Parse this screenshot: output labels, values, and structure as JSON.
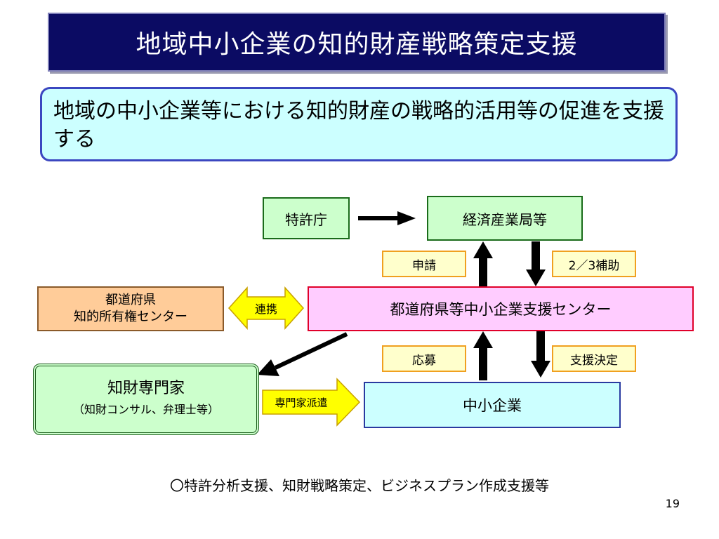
{
  "title": "地域中小企業の知的財産戦略策定支援",
  "intro": "地域の中小企業等における知的財産の戦略的活用等の促進を支援する",
  "nodes": {
    "patent_office": "特許庁",
    "meti_bureau": "経済産業局等",
    "pref_ip_center_line1": "都道府県",
    "pref_ip_center_line2": "知的所有権センター",
    "pref_sme_center": "都道府県等中小企業支援センター",
    "ip_expert_title": "知財専門家",
    "ip_expert_sub": "（知財コンサル、弁理士等）",
    "sme": "中小企業"
  },
  "labels": {
    "apply": "申請",
    "subsidy": "2／3補助",
    "cooperation": "連携",
    "application": "応募",
    "support_decision": "支援決定",
    "expert_dispatch": "専門家派遣"
  },
  "footer": "〇特許分析支援、知財戦略策定、ビジネスプラン作成支援等",
  "page_number": "19"
}
